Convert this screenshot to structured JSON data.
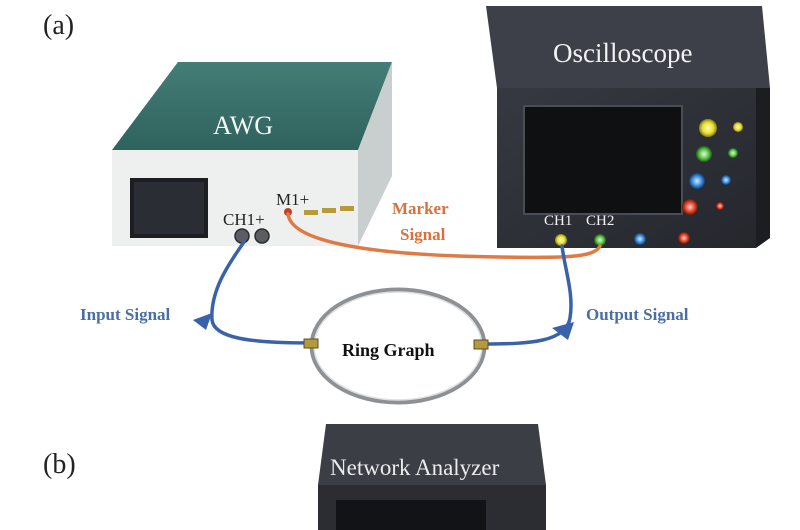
{
  "labels": {
    "panel_a": "(a)",
    "panel_b": "(b)",
    "awg": "AWG",
    "oscilloscope": "Oscilloscope",
    "network_analyzer": "Network Analyzer",
    "ch1_plus": "CH1+",
    "m1_plus": "M1+",
    "ch1": "CH1",
    "ch2": "CH2",
    "marker_signal_line1": "Marker",
    "marker_signal_line2": "Signal",
    "input_signal": "Input Signal",
    "output_signal": "Output Signal",
    "ring_graph": "Ring Graph"
  },
  "colors": {
    "awg_top": "#3f7771",
    "awg_front": "#eef0f0",
    "awg_side": "#cfd4d4",
    "scope_front": "#2f3138",
    "scope_top": "#3c3f47",
    "scope_side": "#1f2126",
    "blue_cable": "#3a62a8",
    "orange_cable": "#e07a45",
    "blue_label": "#4a6fa5",
    "orange_label": "#d9713c",
    "knob_yellow": "#e8e23a",
    "knob_green": "#5fc24a",
    "knob_blue": "#3c8ee0",
    "knob_red": "#e0452c"
  }
}
